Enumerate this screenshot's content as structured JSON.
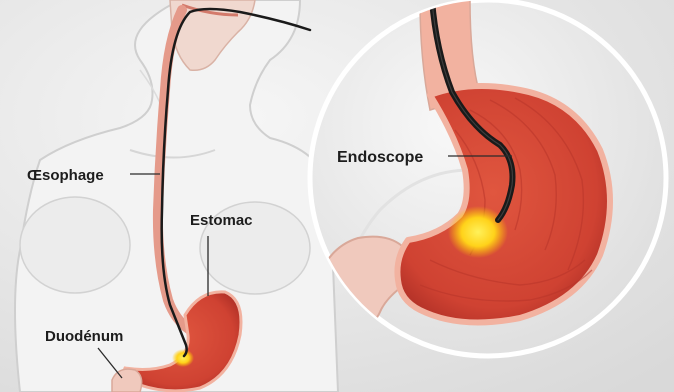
{
  "labels": {
    "esophagus": "Œsophage",
    "stomach": "Estomac",
    "duodenum": "Duodénum",
    "endoscope": "Endoscope"
  },
  "colors": {
    "background": "#e9e9e9",
    "body_silhouette": "#f4f4f4",
    "organ_red": "#d94a3a",
    "organ_dark": "#b52f27",
    "organ_rim": "#f2b2a0",
    "duodenum_pink": "#f0c9bd",
    "endoscope_black": "#1a1a1a",
    "light_yellow": "#ffd21a"
  }
}
